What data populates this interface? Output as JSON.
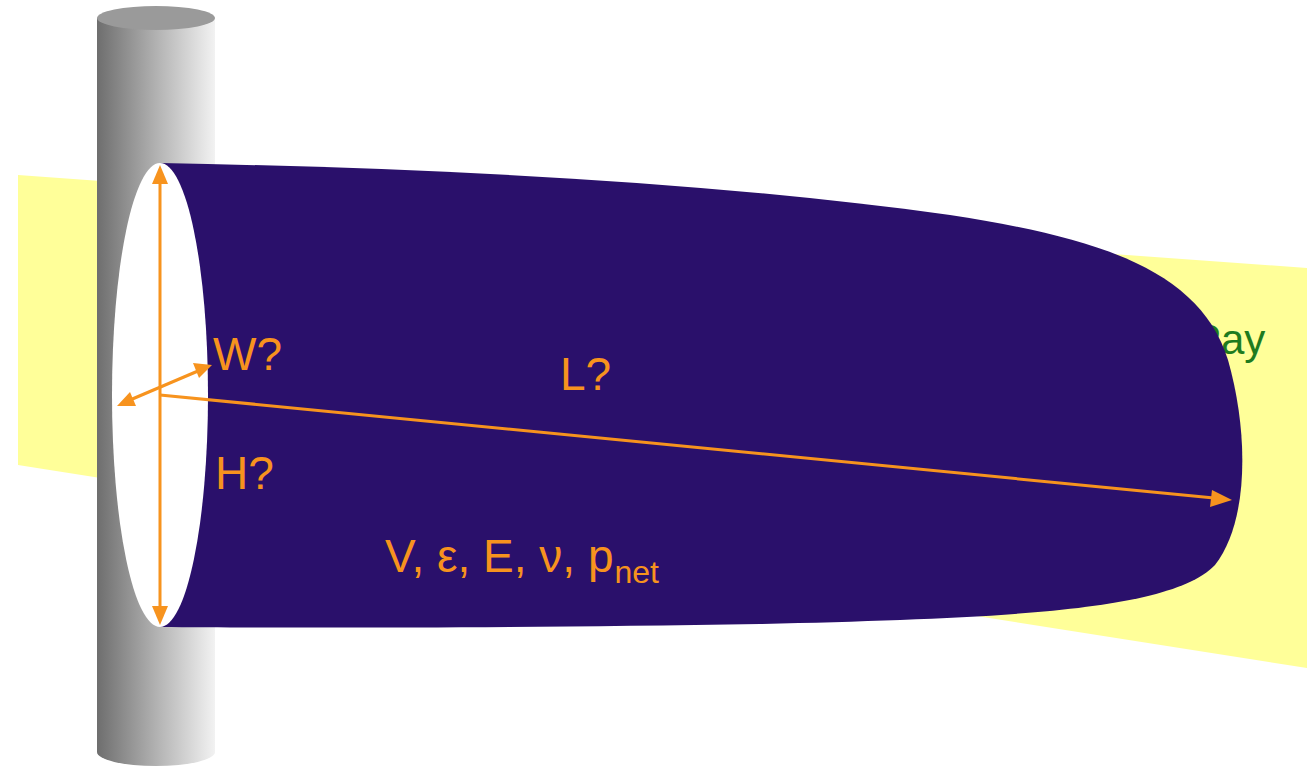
{
  "diagram": {
    "nodes": [
      {
        "text": [
          "Pay"
        ]
      },
      {
        "text": [
          "W?",
          "L?",
          "H?",
          "V, ε, E, ν, p",
          "net"
        ]
      }
    ]
  }
}
